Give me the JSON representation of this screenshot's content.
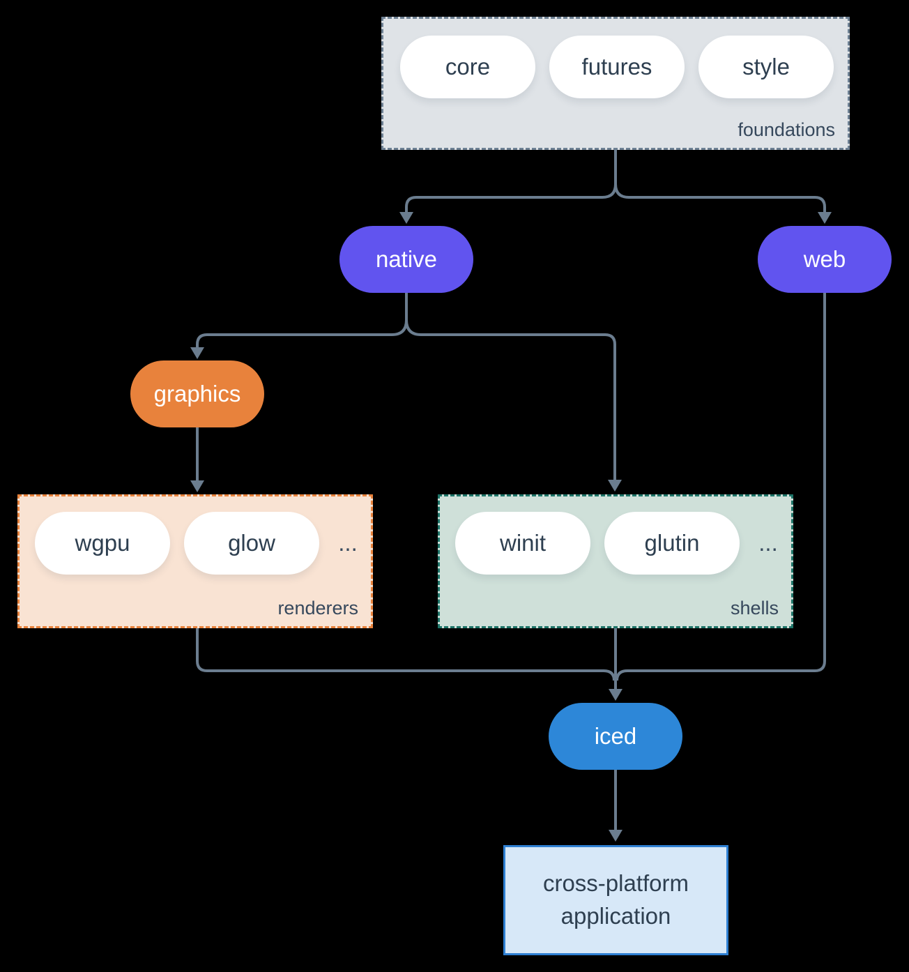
{
  "diagram": {
    "groups": {
      "foundations": {
        "label": "foundations",
        "pills": [
          "core",
          "futures",
          "style"
        ]
      },
      "renderers": {
        "label": "renderers",
        "pills": [
          "wgpu",
          "glow"
        ],
        "more": "..."
      },
      "shells": {
        "label": "shells",
        "pills": [
          "winit",
          "glutin"
        ],
        "more": "..."
      }
    },
    "nodes": {
      "native": "native",
      "web": "web",
      "graphics": "graphics",
      "iced": "iced",
      "application": "cross-platform application"
    }
  },
  "colors": {
    "background": "#000000",
    "line": "#6b7d8f",
    "foundations_fill": "#dfe3e7",
    "foundations_border": "#6d8093",
    "node_purple": "#6154ef",
    "node_orange": "#e8823c",
    "renderers_fill": "#f9e3d3",
    "renderers_border": "#e8823c",
    "shells_fill": "#cfe0d9",
    "shells_border": "#1e7468",
    "node_blue": "#2d87d8",
    "app_fill": "#d7e8f8",
    "app_border": "#2e7fd2",
    "text_dark": "#2e3f50",
    "label_dark": "#36485c",
    "text_light": "#ffffff"
  }
}
